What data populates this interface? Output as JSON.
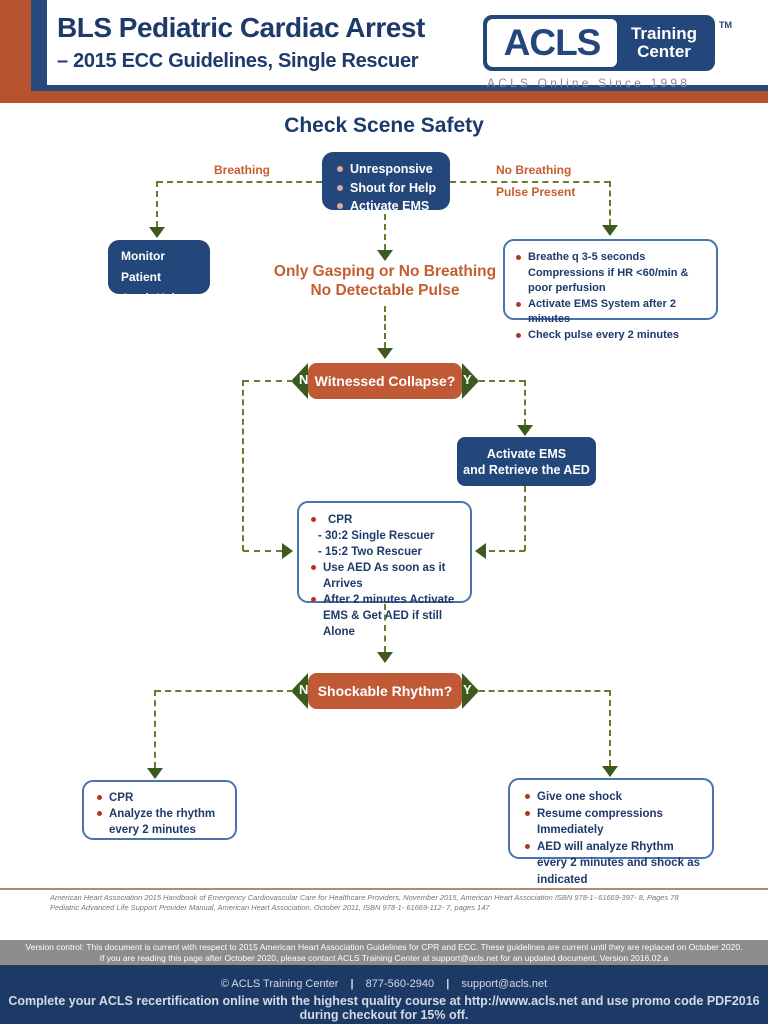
{
  "header": {
    "title_line1": "BLS Pediatric Cardiac Arrest",
    "title_line2": "– 2015 ECC Guidelines, Single Rescuer",
    "logo_acls": "ACLS",
    "logo_training": "Training",
    "logo_center": "Center",
    "logo_tm": "TM",
    "logo_tagline": "ACLS Online Since 1998"
  },
  "flowchart": {
    "title": "Check Scene Safety",
    "start_box": {
      "items": [
        "Unresponsive",
        "Shout for Help",
        "Activate EMS"
      ]
    },
    "label_breathing": "Breathing",
    "label_no_breathing_line1": "No Breathing",
    "label_no_breathing_line2": "Pulse Present",
    "monitor_box": {
      "line1": "Monitor Patient",
      "line2": "Await Help"
    },
    "breathe_box": {
      "items": [
        "Breathe q 3-5 seconds Compressions if HR <60/min & poor perfusion",
        "Activate EMS System after 2 minutes",
        "Check pulse every 2 minutes"
      ]
    },
    "label_gasping_line1": "Only Gasping or No Breathing",
    "label_gasping_line2": "No Detectable Pulse",
    "witnessed_node": "Witnessed Collapse?",
    "label_n": "N",
    "label_y": "Y",
    "activate_box": {
      "line1": "Activate EMS",
      "line2": "and Retrieve the AED"
    },
    "cpr_box": {
      "items": [
        {
          "type": "bullet",
          "text": "CPR"
        },
        {
          "type": "dash",
          "text": "- 30:2 Single Rescuer"
        },
        {
          "type": "dash",
          "text": "- 15:2 Two Rescuer"
        },
        {
          "type": "bullet",
          "text": "Use AED As soon as it Arrives"
        },
        {
          "type": "bullet",
          "text": "After 2 minutes Activate EMS & Get AED if still Alone"
        }
      ]
    },
    "shockable_node": "Shockable Rhythm?",
    "cpr2_box": {
      "items": [
        "CPR",
        "Analyze the rhythm every 2 minutes"
      ]
    },
    "shock_box": {
      "items": [
        "Give one shock",
        "Resume compressions Immediately",
        "AED will analyze Rhythm every 2 minutes and shock as indicated"
      ]
    }
  },
  "citations": {
    "line1": "American Heart Association 2015 Handbook of Emergency Cardiovascular Care for Healthcare Providers, November 2015, American Heart Association ISBN 978-1- 61669-397- 8, Pages 78",
    "line2": "Pediatric Advanced Life Support Provider Manual, American Heart Association, October 2011, ISBN 978-1- 61669-112- 7, pages 147"
  },
  "version_bar": {
    "line1": "Version control: This document is current with respect to 2015 American Heart Association Guidelines for CPR and ECC. These guidelines are current until they are replaced on October 2020.",
    "line2": "If you are reading this page after October 2020, please contact ACLS Training Center at support@acls.net for an updated document. Version 2016.02.a"
  },
  "footer": {
    "copyright": "© ACLS Training Center",
    "phone": "877-560-2940",
    "email": "support@acls.net",
    "separator": "|",
    "promo": "Complete your ACLS recertification online with the highest quality course at http://www.acls.net and use promo code PDF2016 during checkout for 15% off."
  },
  "colors": {
    "navy": "#24477b",
    "rust_band": "#b5532f",
    "question_node": "#bf5936",
    "dash_green": "#6a7b2e",
    "arrow_green": "#3d5a1e",
    "orange_text": "#c45e30"
  }
}
